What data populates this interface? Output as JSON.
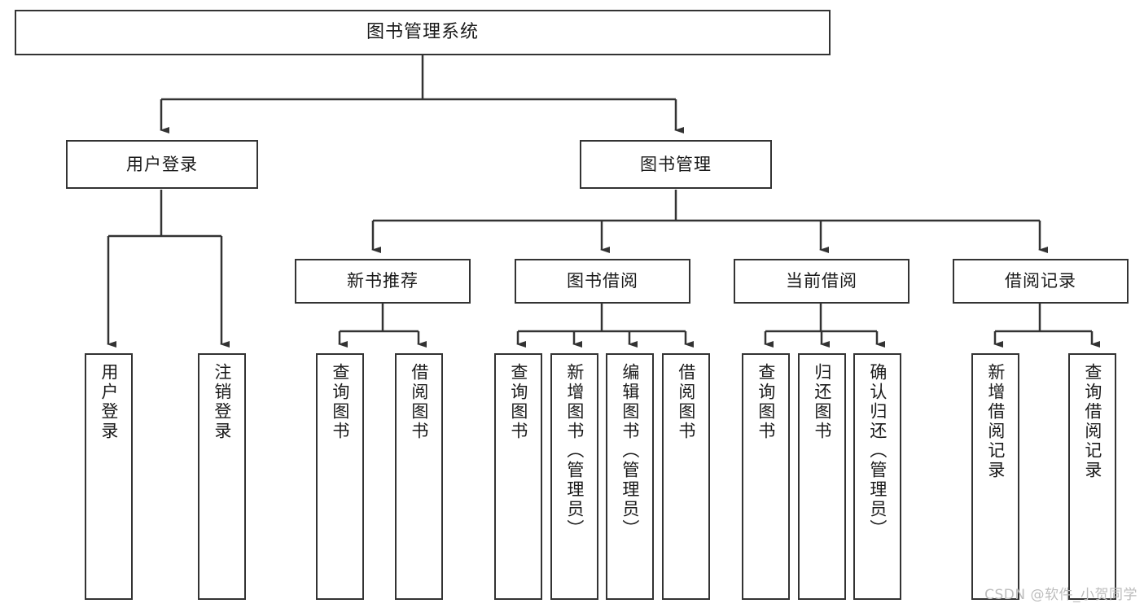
{
  "diagram": {
    "type": "tree",
    "title": "图书管理系统",
    "root": {
      "label": "图书管理系统"
    },
    "level2": [
      {
        "label": "用户登录"
      },
      {
        "label": "图书管理"
      }
    ],
    "level3": [
      {
        "label": "新书推荐"
      },
      {
        "label": "图书借阅"
      },
      {
        "label": "当前借阅"
      },
      {
        "label": "借阅记录"
      }
    ],
    "leaves": [
      {
        "label": "用户登录"
      },
      {
        "label": "注销登录"
      },
      {
        "label": "查询图书"
      },
      {
        "label": "借阅图书"
      },
      {
        "label": "查询图书"
      },
      {
        "label": "新增图书（管理员）"
      },
      {
        "label": "编辑图书（管理员）"
      },
      {
        "label": "借阅图书"
      },
      {
        "label": "查询图书"
      },
      {
        "label": "归还图书"
      },
      {
        "label": "确认归还（管理员）"
      },
      {
        "label": "新增借阅记录"
      },
      {
        "label": "查询借阅记录"
      }
    ]
  },
  "watermark": {
    "text": "CSDN @软件_小贺同学"
  },
  "colors": {
    "stroke": "#333333",
    "fill": "#ffffff",
    "text": "#1a1a1a",
    "watermark": "#bdbdbd"
  }
}
